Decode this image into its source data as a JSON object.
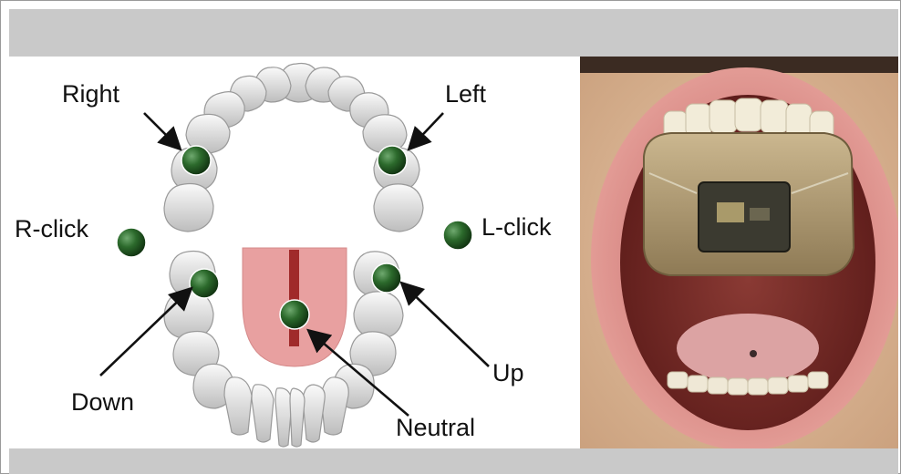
{
  "diagram": {
    "labels": {
      "right": "Right",
      "left": "Left",
      "r_click": "R-click",
      "l_click": "L-click",
      "down": "Down",
      "up": "Up",
      "neutral": "Neutral"
    }
  },
  "colors": {
    "band": "#c9c9c9",
    "marker": "#1f5a1f",
    "tongue": "#e8a0a0",
    "tongue_line": "#a02a2a",
    "tooth": "#d6d6d6"
  },
  "photo": {
    "subject": "open-mouth-with-intraoral-retainer"
  }
}
